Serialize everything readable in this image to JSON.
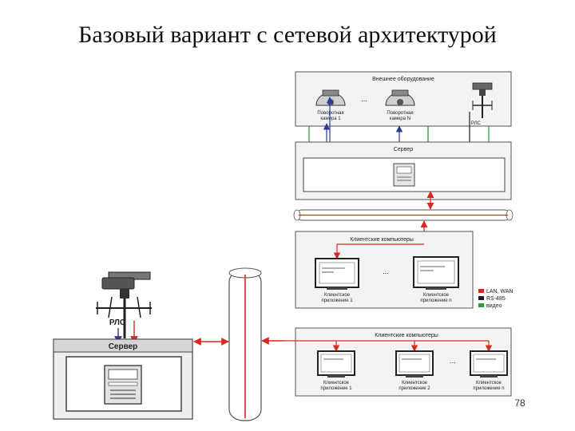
{
  "title": "Базовый вариант с сетевой архитектурой",
  "page_number": "78",
  "right_diagram": {
    "external_equipment_label": "Внешнее оборудование",
    "camera_1_label": [
      "Поворотная",
      "камера 1"
    ],
    "camera_n_label": [
      "Поворотная",
      "камера N"
    ],
    "cameras_ellipsis": "...",
    "radar_label": "РЛС",
    "server_label": "Сервер",
    "client_group_label": "Клиентские компьютеры",
    "client_1_label": [
      "Клиентское",
      "приложение 1"
    ],
    "client_n_label": [
      "Клиентское",
      "приложение n"
    ],
    "clients_ellipsis": "...",
    "client_group_2_label": "Клиентские компьютеры",
    "client2_1_label": [
      "Клиентское",
      "приложение 1"
    ],
    "client2_2_label": [
      "Клиентское",
      "приложение 2"
    ],
    "client2_n_label": [
      "Клиентское",
      "приложение n"
    ],
    "clients2_ellipsis": "..."
  },
  "legend": {
    "items": [
      {
        "label": "LAN, WAN",
        "color": "#d8291c"
      },
      {
        "label": "RS-485",
        "color": "#1c1c1c"
      },
      {
        "label": "видео",
        "color": "#2f9a3a"
      }
    ]
  },
  "left_diagram": {
    "radar_label": "РЛС",
    "server_label": "Сервер"
  },
  "colors": {
    "lan": "#d8291c",
    "rs485": "#1c1c1c",
    "video": "#2f9a3a",
    "link_blue": "#2a3a9a"
  },
  "icons": [
    "dome-camera-icon",
    "radar-antenna-icon",
    "server-unit-icon",
    "monitor-icon",
    "network-bus-icon"
  ]
}
